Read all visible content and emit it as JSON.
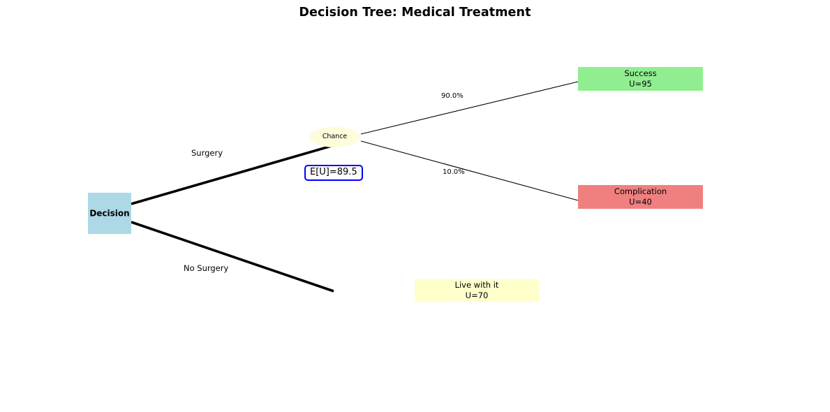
{
  "title": "Decision Tree: Medical Treatment",
  "colors": {
    "decision_node": "#add8e6",
    "chance_node": "#fdfddc",
    "success_node": "#90ee90",
    "complication_node": "#f08080",
    "live_node": "#ffffcc",
    "eu_border": "#0000ff",
    "edge": "#000000",
    "background": "#ffffff"
  },
  "nodes": {
    "decision": {
      "label": "Decision",
      "type": "decision"
    },
    "chance": {
      "label": "Chance",
      "type": "chance"
    },
    "success": {
      "label": "Success",
      "utility": "U=95",
      "type": "outcome"
    },
    "complication": {
      "label": "Complication",
      "utility": "U=40",
      "type": "outcome"
    },
    "live_with_it": {
      "label": "Live with it",
      "utility": "U=70",
      "type": "outcome"
    }
  },
  "annotations": {
    "expected_utility": "E[U]=89.5"
  },
  "edges": {
    "surgery": {
      "label": "Surgery",
      "from": "decision",
      "to": "chance"
    },
    "no_surgery": {
      "label": "No Surgery",
      "from": "decision",
      "to": "live_with_it"
    },
    "success_probability": {
      "label": "90.0%",
      "from": "chance",
      "to": "success"
    },
    "complication_probability": {
      "label": "10.0%",
      "from": "chance",
      "to": "complication"
    }
  }
}
